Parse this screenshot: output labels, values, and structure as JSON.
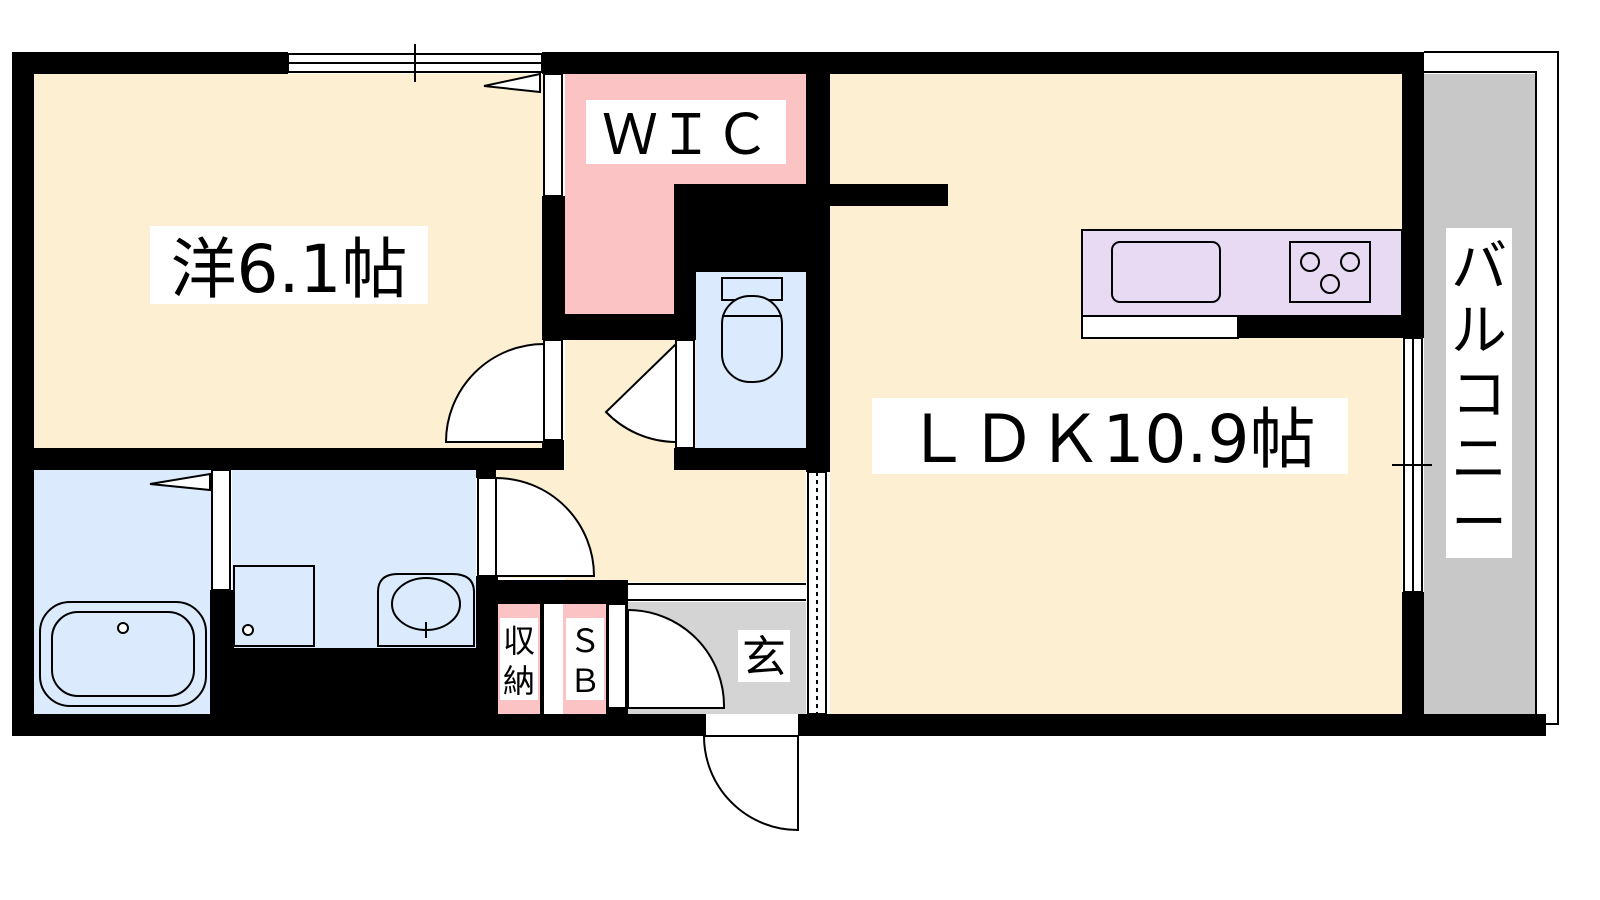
{
  "rooms": {
    "western": {
      "label": "洋6.1帖"
    },
    "wic": {
      "label": "ＷＩＣ"
    },
    "ldk": {
      "label": "ＬＤＫ10.9帖"
    },
    "storage": {
      "label_top": "収",
      "label_bottom": "納"
    },
    "shoebox": {
      "label_top": "Ｓ",
      "label_bottom": "Ｂ"
    },
    "entrance": {
      "label": "玄"
    },
    "balcony": {
      "label": [
        "バ",
        "ル",
        "コ",
        "ニ",
        "ー"
      ]
    }
  },
  "colors": {
    "wall": "#000000",
    "room": "#fdf0d2",
    "wic": "#fcc3c4",
    "wet": "#dbebfd",
    "kitchen": "#e8daf3",
    "entrance": "#d4d4d4",
    "balcony": "#c8c8c8",
    "label_bg": "#ffffff"
  }
}
